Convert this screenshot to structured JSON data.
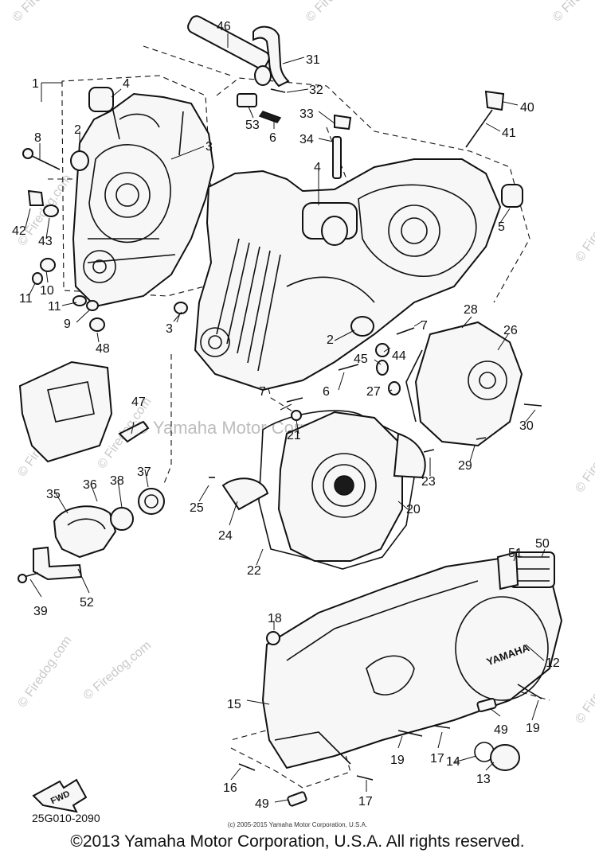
{
  "diagram": {
    "part_numbers": [
      "1",
      "2",
      "3",
      "4",
      "5",
      "6",
      "7",
      "8",
      "9",
      "10",
      "11",
      "12",
      "13",
      "14",
      "15",
      "16",
      "17",
      "18",
      "19",
      "20",
      "21",
      "22",
      "23",
      "24",
      "25",
      "26",
      "27",
      "28",
      "29",
      "30",
      "31",
      "32",
      "33",
      "34",
      "35",
      "36",
      "37",
      "38",
      "39",
      "40",
      "41",
      "42",
      "43",
      "44",
      "45",
      "46",
      "47",
      "48",
      "49",
      "50",
      "51",
      "52",
      "53"
    ],
    "fwd_label": "FWD",
    "cover_brand": "YAMAHA",
    "diagram_code": "25G010-2090",
    "watermark_text": "© Firedog.com",
    "center_watermark": "© Yamaha Motor Corp., U.S.A.",
    "small_copyright": "(c) 2005-2015 Yamaha Motor Corporation, U.S.A.",
    "footer_copyright": "©2013 Yamaha Motor Corporation, U.S.A. All rights reserved."
  }
}
